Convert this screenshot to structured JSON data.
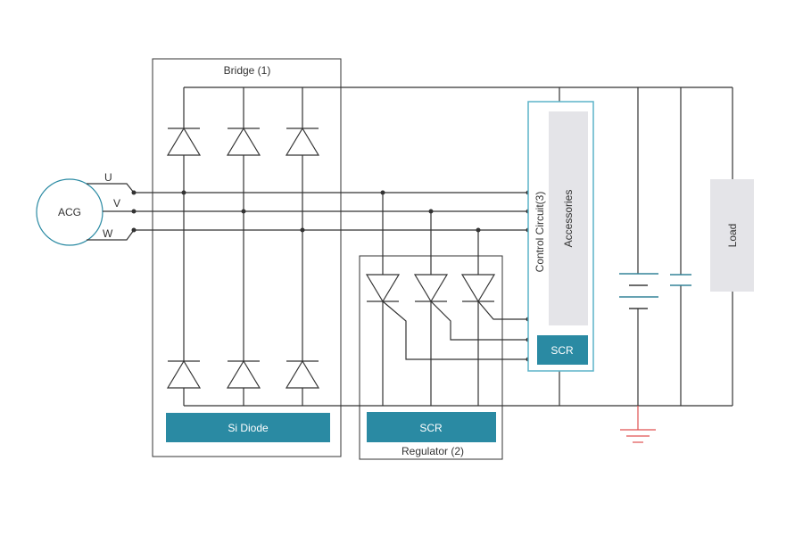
{
  "acg": {
    "label": "ACG"
  },
  "phases": {
    "u": "U",
    "v": "V",
    "w": "W"
  },
  "bridge": {
    "title": "Bridge (1)",
    "component_label": "Si Diode"
  },
  "regulator": {
    "title": "Regulator (2)",
    "component_label": "SCR"
  },
  "control": {
    "title": "Control Circuit(3)",
    "accessories_label": "Accessories",
    "scr_label": "SCR"
  },
  "load": {
    "label": "Load"
  },
  "colors": {
    "teal": "#2a8aa3",
    "teal_border": "#5cb3c9",
    "gray_block": "#e4e4e8",
    "wire": "#333333",
    "ground": "#e05050"
  }
}
